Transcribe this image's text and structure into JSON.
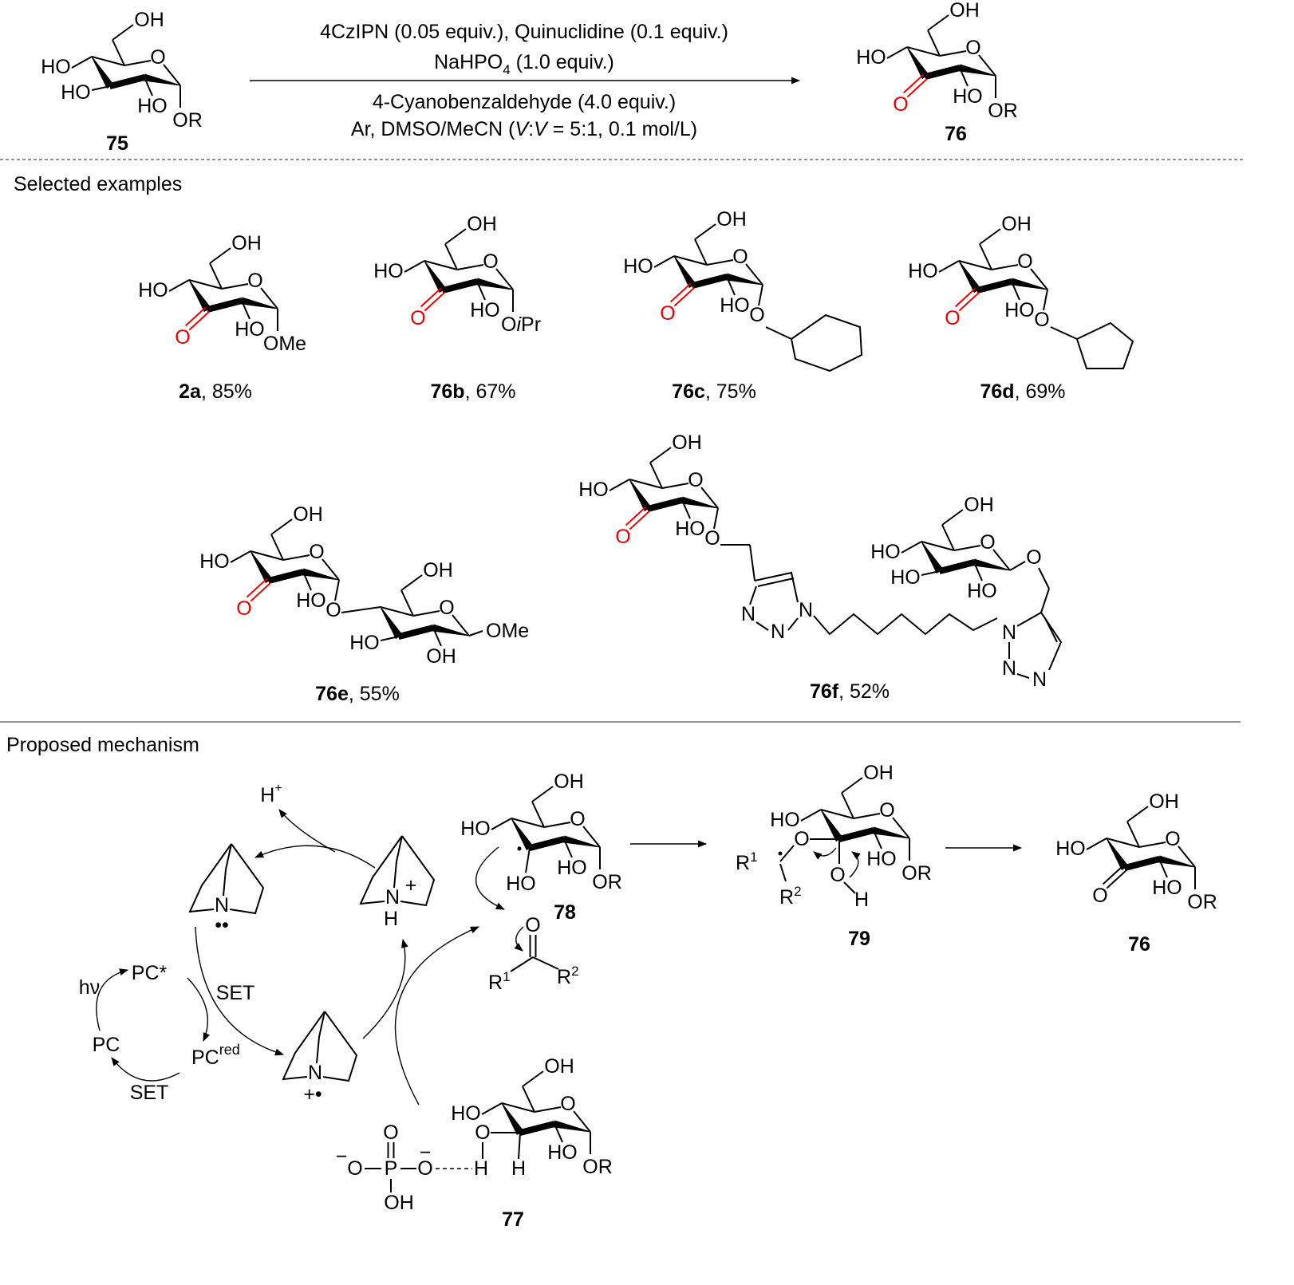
{
  "scheme": {
    "conditions": {
      "line1": "4CzIPN (0.05 equiv.), Quinuclidine (0.1 equiv.)",
      "line2_a": "NaHPO",
      "line2_sub": "4",
      "line2_b": " (1.0 equiv.)",
      "line3": "4-Cyanobenzaldehyde (4.0 equiv.)",
      "line4_a": "Ar, DMSO/MeCN (",
      "line4_v1": "V",
      "line4_colon": ":",
      "line4_v2": "V",
      "line4_b": " = 5:1, 0.1 mol/L)"
    },
    "start_label": "75",
    "product_label": "76"
  },
  "sections": {
    "examples": "Selected examples",
    "mechanism": "Proposed mechanism"
  },
  "examples": [
    {
      "id": "2a",
      "yield": ", 85%"
    },
    {
      "id": "76b",
      "yield": ", 67%"
    },
    {
      "id": "76c",
      "yield": ", 75%"
    },
    {
      "id": "76d",
      "yield": ", 69%"
    },
    {
      "id": "76e",
      "yield": ", 55%"
    },
    {
      "id": "76f",
      "yield": ", 52%"
    }
  ],
  "atoms": {
    "HO": "HO",
    "OH": "OH",
    "O": "O",
    "OR": "OR",
    "OMe": "OMe",
    "N": "N",
    "H": "H",
    "P": "P",
    "minus": "−",
    "plus": "+",
    "iPr_i": "i",
    "iPr_Pr": "Pr",
    "R": "R",
    "one": "1",
    "two": "2"
  },
  "mechanism": {
    "h_plus": "H",
    "lone_pair": "••",
    "radical_cation": "+•",
    "set1": "SET",
    "set2": "SET",
    "hv": "hν",
    "pc_star": "PC*",
    "pc": "PC",
    "pc_red": "PC",
    "red_sup": "red",
    "labels": {
      "c77": "77",
      "c78": "78",
      "c79": "79",
      "c76": "76"
    }
  }
}
